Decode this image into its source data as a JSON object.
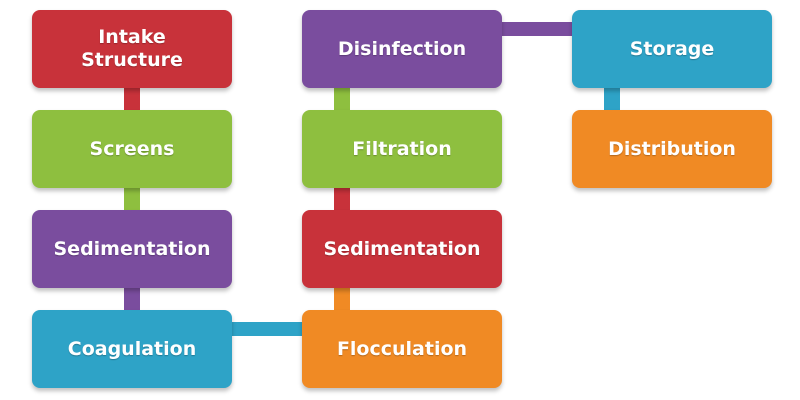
{
  "colors": {
    "red": "#c8323a",
    "green": "#8ebf3f",
    "purple": "#7a4d9e",
    "blue": "#2ea3c7",
    "orange": "#f08a24"
  },
  "nodes": [
    {
      "id": "intake-structure",
      "label": "Intake\nStructure",
      "color": "#c8323a"
    },
    {
      "id": "screens",
      "label": "Screens",
      "color": "#8ebf3f"
    },
    {
      "id": "sedimentation-1",
      "label": "Sedimentation",
      "color": "#7a4d9e"
    },
    {
      "id": "coagulation",
      "label": "Coagulation",
      "color": "#2ea3c7"
    },
    {
      "id": "flocculation",
      "label": "Flocculation",
      "color": "#f08a24"
    },
    {
      "id": "sedimentation-2",
      "label": "Sedimentation",
      "color": "#c8323a"
    },
    {
      "id": "filtration",
      "label": "Filtration",
      "color": "#8ebf3f"
    },
    {
      "id": "disinfection",
      "label": "Disinfection",
      "color": "#7a4d9e"
    },
    {
      "id": "storage",
      "label": "Storage",
      "color": "#2ea3c7"
    },
    {
      "id": "distribution",
      "label": "Distribution",
      "color": "#f08a24"
    }
  ],
  "edges": [
    {
      "from": "intake-structure",
      "to": "screens",
      "color": "#c8323a"
    },
    {
      "from": "screens",
      "to": "sedimentation-1",
      "color": "#8ebf3f"
    },
    {
      "from": "sedimentation-1",
      "to": "coagulation",
      "color": "#7a4d9e"
    },
    {
      "from": "coagulation",
      "to": "flocculation",
      "color": "#2ea3c7"
    },
    {
      "from": "flocculation",
      "to": "sedimentation-2",
      "color": "#f08a24"
    },
    {
      "from": "sedimentation-2",
      "to": "filtration",
      "color": "#c8323a"
    },
    {
      "from": "filtration",
      "to": "disinfection",
      "color": "#8ebf3f"
    },
    {
      "from": "disinfection",
      "to": "storage",
      "color": "#7a4d9e"
    },
    {
      "from": "storage",
      "to": "distribution",
      "color": "#2ea3c7"
    }
  ]
}
